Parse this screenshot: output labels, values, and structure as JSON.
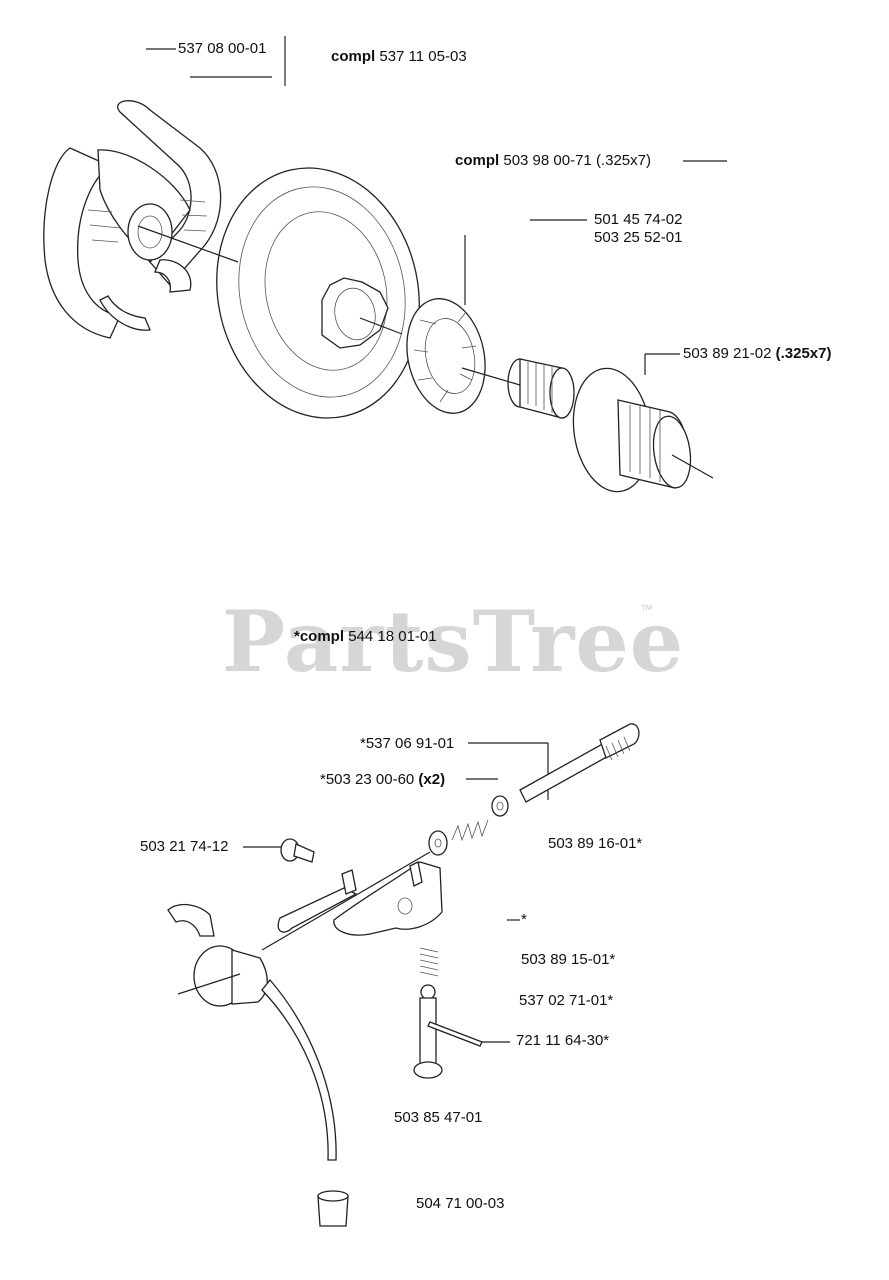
{
  "watermark": {
    "text": "PartsTree",
    "tm": "™"
  },
  "labels": {
    "l1": "537 08 00-01",
    "l2_prefix": "compl",
    "l2_num": "537 11 05-03",
    "l3_prefix": "compl",
    "l3_num": "503 98 00-71 (.325x7)",
    "l4a": "501 45 74-02",
    "l4b": "503 25 52-01",
    "l5_num": "503 89 21-02",
    "l5_suffix": "(.325x7)",
    "l6_prefix": "*compl",
    "l6_num": "544 18 01-01",
    "l7": "*537 06 91-01",
    "l8_num": "*503 23 00-60",
    "l8_suffix": "(x2)",
    "l9": "503 21 74-12",
    "l10": "503 89 16-01*",
    "l11": "*",
    "l12": "503 89 15-01*",
    "l13": "537 02 71-01*",
    "l14": "721 11 64-30*",
    "l15": "503 85 47-01",
    "l16": "504 71 00-03"
  }
}
